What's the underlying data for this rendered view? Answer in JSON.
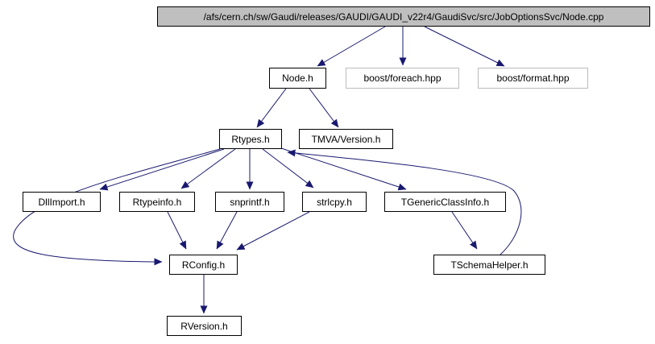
{
  "diagram": {
    "kind": "include-dependency-graph",
    "nodes": [
      {
        "id": "node-cpp",
        "label": "/afs/cern.ch/sw/Gaudi/releases/GAUDI/GAUDI_v22r4/GaudiSvc/src/JobOptionsSvc/Node.cpp",
        "kind": "main"
      },
      {
        "id": "node-h",
        "label": "Node.h",
        "kind": "internal"
      },
      {
        "id": "boost-foreach-hpp",
        "label": "boost/foreach.hpp",
        "kind": "external"
      },
      {
        "id": "boost-format-hpp",
        "label": "boost/format.hpp",
        "kind": "external"
      },
      {
        "id": "rtypes-h",
        "label": "Rtypes.h",
        "kind": "internal"
      },
      {
        "id": "tmva-version-h",
        "label": "TMVA/Version.h",
        "kind": "internal"
      },
      {
        "id": "dllimport-h",
        "label": "DllImport.h",
        "kind": "internal"
      },
      {
        "id": "rtypeinfo-h",
        "label": "Rtypeinfo.h",
        "kind": "internal"
      },
      {
        "id": "snprintf-h",
        "label": "snprintf.h",
        "kind": "internal"
      },
      {
        "id": "strlcpy-h",
        "label": "strlcpy.h",
        "kind": "internal"
      },
      {
        "id": "tgenericclassinfo-h",
        "label": "TGenericClassInfo.h",
        "kind": "internal"
      },
      {
        "id": "rconfig-h",
        "label": "RConfig.h",
        "kind": "internal"
      },
      {
        "id": "tschemahelper-h",
        "label": "TSchemaHelper.h",
        "kind": "internal"
      },
      {
        "id": "rversion-h",
        "label": "RVersion.h",
        "kind": "internal"
      }
    ],
    "edges": [
      {
        "from": "node-cpp",
        "to": "node-h"
      },
      {
        "from": "node-cpp",
        "to": "boost-foreach-hpp"
      },
      {
        "from": "node-cpp",
        "to": "boost-format-hpp"
      },
      {
        "from": "node-h",
        "to": "rtypes-h"
      },
      {
        "from": "node-h",
        "to": "tmva-version-h"
      },
      {
        "from": "rtypes-h",
        "to": "dllimport-h"
      },
      {
        "from": "rtypes-h",
        "to": "rtypeinfo-h"
      },
      {
        "from": "rtypes-h",
        "to": "snprintf-h"
      },
      {
        "from": "rtypes-h",
        "to": "strlcpy-h"
      },
      {
        "from": "rtypes-h",
        "to": "tgenericclassinfo-h"
      },
      {
        "from": "rtypes-h",
        "to": "rconfig-h"
      },
      {
        "from": "rtypeinfo-h",
        "to": "rconfig-h"
      },
      {
        "from": "snprintf-h",
        "to": "rconfig-h"
      },
      {
        "from": "strlcpy-h",
        "to": "rconfig-h"
      },
      {
        "from": "tgenericclassinfo-h",
        "to": "tschemahelper-h"
      },
      {
        "from": "tschemahelper-h",
        "to": "rtypes-h"
      },
      {
        "from": "rconfig-h",
        "to": "rversion-h"
      }
    ],
    "colors": {
      "edge": "#191970",
      "main_node_fill": "#bfbfbf",
      "internal_node_border": "#000000",
      "external_node_border": "#bcbcbc",
      "background": "#ffffff",
      "text": "#000000"
    }
  }
}
